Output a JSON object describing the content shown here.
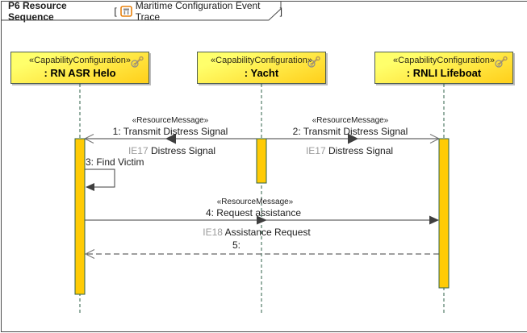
{
  "frame": {
    "title": "P6 Resource Sequence",
    "bracket_open": "[",
    "diagram_name": "Maritime Configuration Event Trace",
    "bracket_close": "]"
  },
  "colors": {
    "head_fill_top": "#ffff6b",
    "head_fill_bottom": "#ffd21f",
    "head_border": "#4e5e50",
    "activation_fill": "#ffcb05",
    "activation_border": "#2f6049",
    "lifeline_color": "#2f6049",
    "message_color": "#3f3f3f",
    "open_arrow_color": "#757575",
    "muted_label_color": "#9b9b9b",
    "text_color": "#1c1c1c",
    "frame_border_color": "#4b4b4b",
    "icon_orange": "#e8820e",
    "icon_gray": "#8c8c8c",
    "key_gold": "#b3985a"
  },
  "lifelines": [
    {
      "stereotype": "«CapabilityConfiguration»",
      "name": ": RN ASR Helo"
    },
    {
      "stereotype": "«CapabilityConfiguration»",
      "name": ": Yacht"
    },
    {
      "stereotype": "«CapabilityConfiguration»",
      "name": ": RNLI Lifeboat"
    }
  ],
  "messages": {
    "m1": {
      "stereotype": "«ResourceMessage»",
      "label": "1: Transmit Distress Signal",
      "conveyed_id": "IE17",
      "conveyed_name": "Distress Signal"
    },
    "m2": {
      "stereotype": "«ResourceMessage»",
      "label": "2: Transmit Distress Signal",
      "conveyed_id": "IE17",
      "conveyed_name": "Distress Signal"
    },
    "m3": {
      "label": "3: Find Victim"
    },
    "m4": {
      "stereotype": "«ResourceMessage»",
      "label": "4: Request assistance",
      "conveyed_id": "IE18",
      "conveyed_name": "Assistance Request"
    },
    "m5": {
      "label": "5:"
    }
  }
}
